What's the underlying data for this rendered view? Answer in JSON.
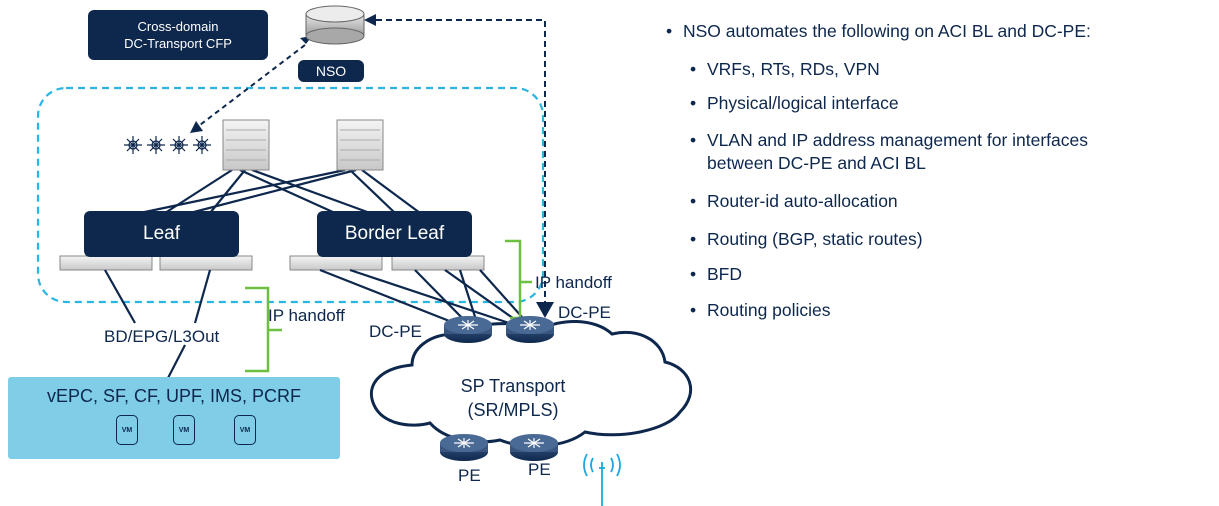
{
  "cfp": {
    "line1": "Cross-domain",
    "line2": "DC-Transport CFP"
  },
  "nso_label": "NSO",
  "leaf_label": "Leaf",
  "border_leaf_label": "Border Leaf",
  "handoff_left": "IP handoff",
  "handoff_right": "IP handoff",
  "bd_label": "BD/EPG/L3Out",
  "dcpe_left": "DC-PE",
  "dcpe_right": "DC-PE",
  "pe_left": "PE",
  "pe_right": "PE",
  "sp_transport": {
    "line1": "SP Transport",
    "line2": "(SR/MPLS)"
  },
  "vnf_text": "vEPC, SF, CF, UPF, IMS, PCRF",
  "vm_label": "VM",
  "bullets": {
    "main": "NSO automates the following on ACI BL and DC-PE:",
    "items": [
      "VRFs, RTs, RDs, VPN",
      "Physical/logical interface",
      "VLAN and IP address management for interfaces",
      "Router-id auto-allocation",
      "Routing (BGP, static routes)",
      "BFD",
      "Routing policies"
    ],
    "item3_cont": "between DC-PE and ACI BL"
  },
  "colors": {
    "navy": "#0d274d",
    "fabric_dash": "#29b6e0",
    "vnf_fill": "#7fcde6",
    "bracket": "#6cbf3f",
    "antenna": "#1fa6df"
  }
}
